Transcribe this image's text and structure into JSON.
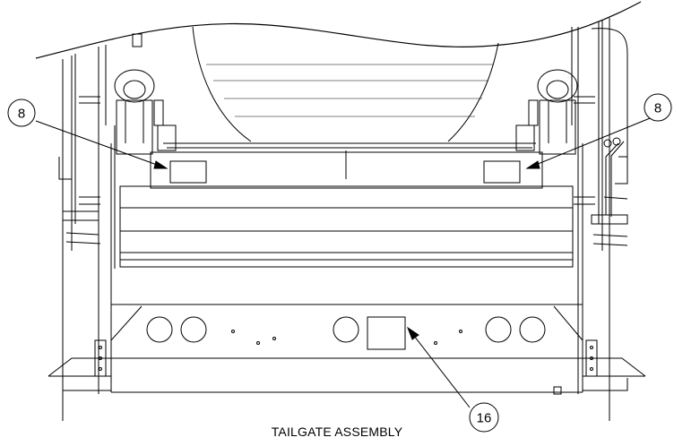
{
  "caption": "TAILGATE ASSEMBLY",
  "callouts": [
    {
      "id": "left-8",
      "label": "8"
    },
    {
      "id": "right-8",
      "label": "8"
    },
    {
      "id": "center-16",
      "label": "16"
    }
  ],
  "colors": {
    "line": "#000000",
    "background": "#ffffff"
  }
}
